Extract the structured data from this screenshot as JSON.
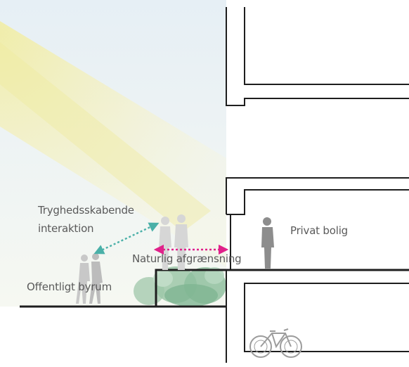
{
  "labels": {
    "interaction_line1": "Tryghedsskabende",
    "interaction_line2": "interaktion",
    "private_home": "Privat bolig",
    "natural_boundary": "Naturlig afgrænsning",
    "public_space": "Offentligt byrum"
  },
  "colors": {
    "public_sky": "#e4eef4",
    "light_beam": "#f3f0c0",
    "wall": "#1e1e1e",
    "figure_dark": "#8d8d8d",
    "figure_light": "#cfcfcf",
    "hedge": "#8fbf9f",
    "interaction_arrow": "#4ab0a8",
    "boundary_arrow": "#e0218a",
    "bike": "#9c9c9c"
  },
  "icons": [
    "pedestrian-couple-icon",
    "resident-figure-icon",
    "bicycle-icon",
    "hedge-icon"
  ]
}
